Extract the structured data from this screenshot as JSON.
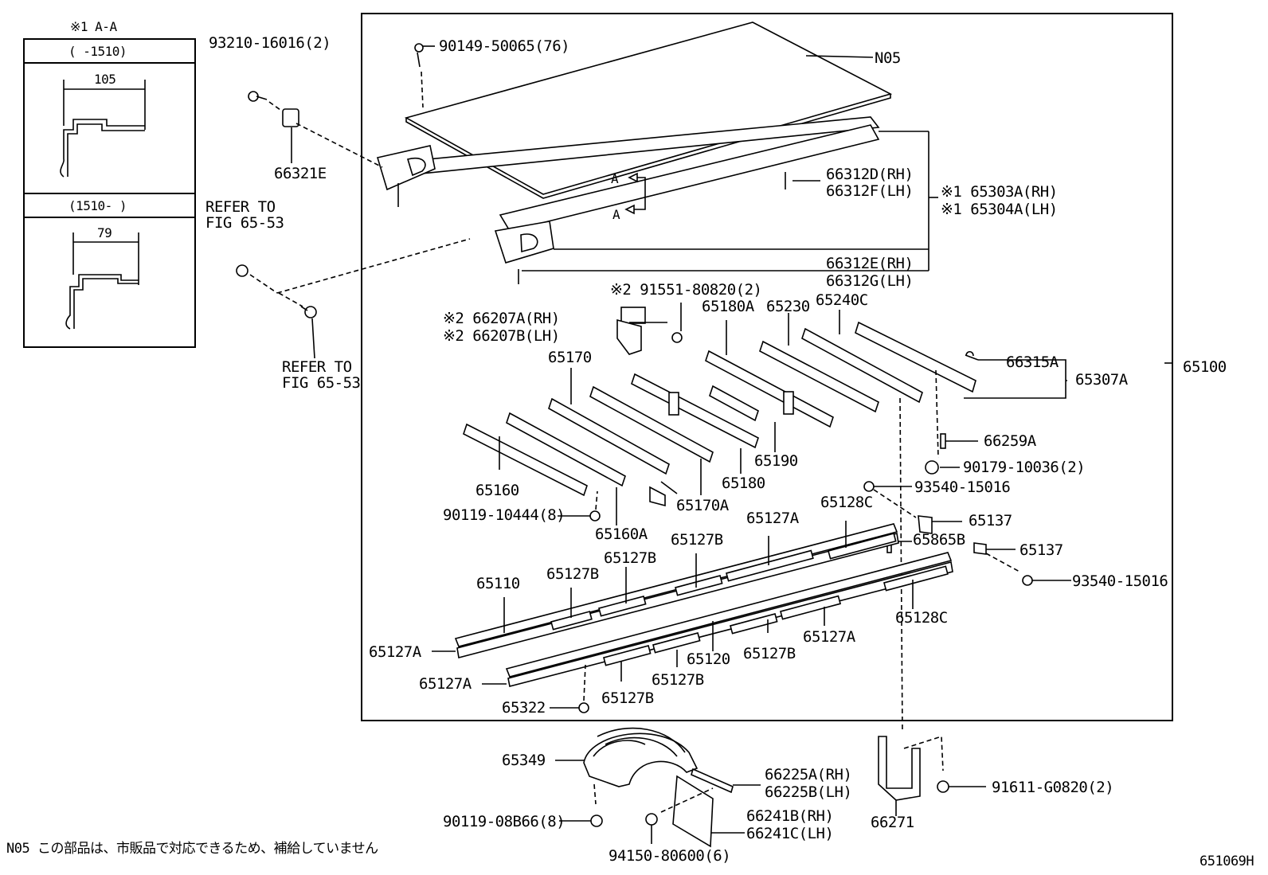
{
  "inset": {
    "title": "※1 A-A",
    "range1": "(    -1510)",
    "dim1": "105",
    "range2": "(1510-    )",
    "dim2": "79"
  },
  "labels": {
    "p93210": "93210-16016(2)",
    "p66321E": "66321E",
    "refer1a": "REFER TO",
    "refer1b": "FIG 65-53",
    "refer2a": "REFER TO",
    "refer2b": "FIG 65-53",
    "p90149": "90149-50065(76)",
    "N05": "N05",
    "p66312D": "66312D(RH)",
    "p66312F": "66312F(LH)",
    "p65303A": "※1 65303A(RH)",
    "p65304A": "※1 65304A(LH)",
    "p66312E": "66312E(RH)",
    "p66312G": "66312G(LH)",
    "secA1": "A",
    "secA2": "A",
    "p91551": "※2 91551-80820(2)",
    "p66207A": "※2 66207A(RH)",
    "p66207B": "※2 66207B(LH)",
    "p65180A": "65180A",
    "p65230": "65230",
    "p65240C": "65240C",
    "p65170": "65170",
    "p66315A": "66315A",
    "p65307A": "65307A",
    "p65100": "65100",
    "p66259A": "66259A",
    "p90179": "90179-10036(2)",
    "p65190": "65190",
    "p65180": "65180",
    "p65160": "65160",
    "p93540a": "93540-15016",
    "p65170A": "65170A",
    "p90119a": "90119-10444(8)",
    "p65160A": "65160A",
    "p65128C_a": "65128C",
    "p65137a": "65137",
    "p65127A_a": "65127A",
    "p65127B_a": "65127B",
    "p65865B": "65865B",
    "p65137b": "65137",
    "p65127B_b": "65127B",
    "p93540b": "93540-15016",
    "p65110": "65110",
    "p65127B_c": "65127B",
    "p65128C_b": "65128C",
    "p65127A_b": "65127A",
    "p65120": "65120",
    "p65127B_d": "65127B",
    "p65127A_c": "65127A",
    "p65127A_d": "65127A",
    "p65127B_e": "65127B",
    "p65127B_f": "65127B",
    "p65322": "65322",
    "p65349": "65349",
    "p66225A": "66225A(RH)",
    "p66225B": "66225B(LH)",
    "p91611": "91611-G0820(2)",
    "p90119b": "90119-08B66(8)",
    "p66241B": "66241B(RH)",
    "p66241C": "66241C(LH)",
    "p66271": "66271",
    "p94150": "94150-80600(6)"
  },
  "footer": {
    "note": "N05  この部品は、市販品で対応できるため、補給していません",
    "code": "651069H"
  }
}
